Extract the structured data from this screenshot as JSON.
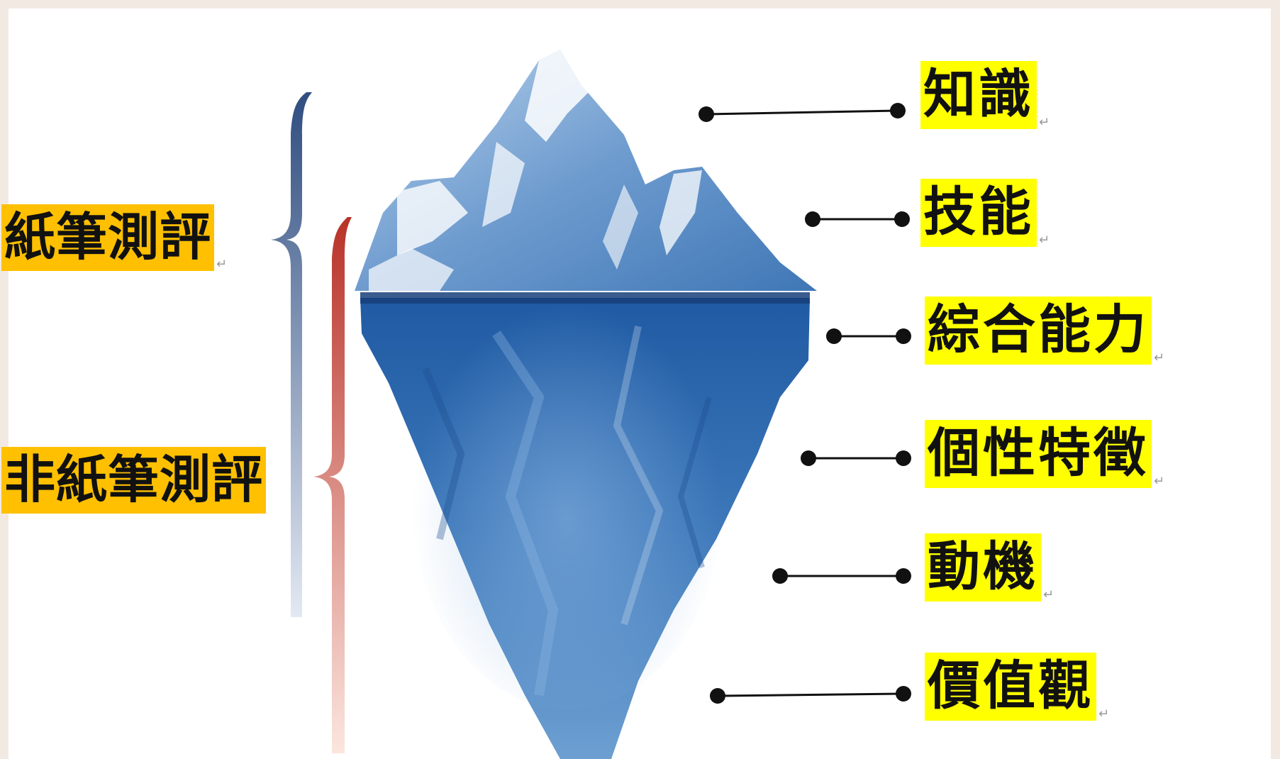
{
  "left_labels": {
    "written": "紙筆測評",
    "non_written": "非紙筆測評"
  },
  "right_labels": [
    "知識",
    "技能",
    "綜合能力",
    "個性特徵",
    "動機",
    "價值觀"
  ],
  "paragraph_mark": "↵",
  "colors": {
    "orange_highlight": "#fec000",
    "yellow_highlight": "#ffff00",
    "blue_bracket": "#3e5a8a",
    "red_bracket": "#c0392b",
    "iceberg_top": "#7fa8d6",
    "iceberg_bottom": "#2a62a8"
  }
}
